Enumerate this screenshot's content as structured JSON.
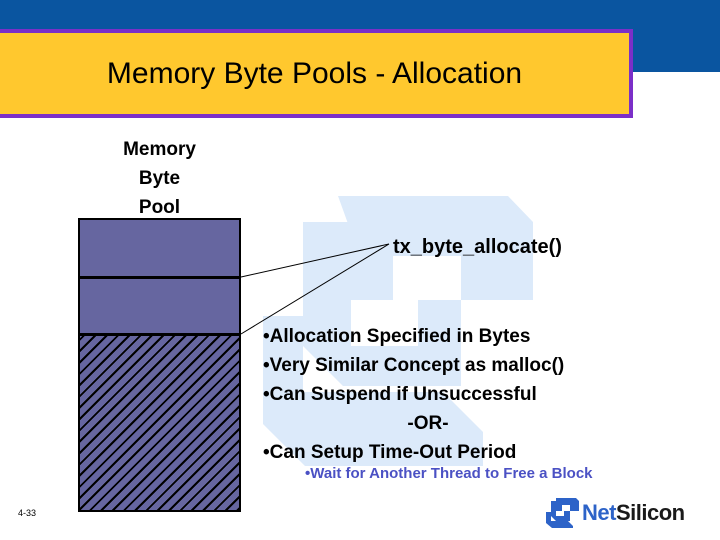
{
  "slide": {
    "title": "Memory Byte Pools - Allocation",
    "page_number": "4-33"
  },
  "colors": {
    "band_blue": "#0A55A0",
    "title_yellow": "#FFC82E",
    "title_border_purple": "#7B2FC8",
    "pool_purple": "#6666A0",
    "sub_bullet_blue": "#4B51C4",
    "logo_blue": "#2D63C8",
    "watermark_blue": "#D3E3F5"
  },
  "diagram": {
    "caption_lines": [
      "Memory",
      "Byte",
      "Pool"
    ],
    "callout_label": "tx_byte_allocate()",
    "segments": [
      {
        "name": "allocated-block-1",
        "fill": "solid"
      },
      {
        "name": "allocated-block-2",
        "fill": "solid"
      },
      {
        "name": "free-memory",
        "fill": "hatched"
      }
    ]
  },
  "bullets": [
    "•Allocation Specified in Bytes",
    "•Very Similar Concept as malloc()",
    "•Can Suspend if Unsuccessful",
    "-OR-",
    "•Can Setup Time-Out Period"
  ],
  "sub_bullet": "•Wait for Another Thread to Free a Block",
  "logo": {
    "name_prefix": "Net",
    "name_suffix": "Silicon",
    "mark": "netsilicon-mark-icon"
  }
}
